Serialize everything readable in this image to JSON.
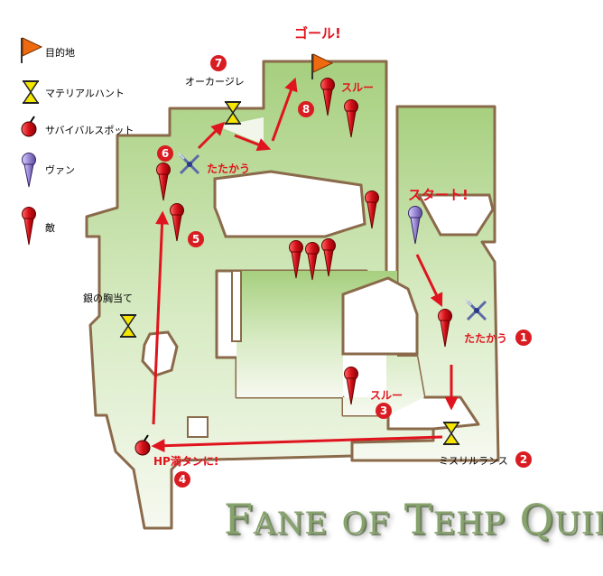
{
  "legend": {
    "destination": "目的地",
    "materia_hunt": "マテリアルハント",
    "survival_spot": "サバイバルスポット",
    "vaan": "ヴァン",
    "enemy": "敵"
  },
  "labels": {
    "goal": "ゴール!",
    "start": "スタート!",
    "ogre_jile": "オーカージレ",
    "silver_breastplate": "銀の胸当て",
    "mythril_lance": "ミスリルランス",
    "hp_full": "HP満タンに!",
    "fight": "たたかう",
    "pass": "スルー"
  },
  "steps": [
    "1",
    "2",
    "3",
    "4",
    "5",
    "6",
    "7",
    "8"
  ],
  "title": {
    "first": "F",
    "first_rest": "ANE",
    "of": "OF",
    "second": "T",
    "second_rest": "EHP",
    "third": "Q",
    "third_rest": "UIL"
  },
  "colors": {
    "route": "#e0141e",
    "floor_top": "#a8d080",
    "floor_bottom": "#f4f8ee",
    "wall": "#8a6a4a",
    "enemy": "#d01018",
    "vaan": "#9080c8"
  }
}
